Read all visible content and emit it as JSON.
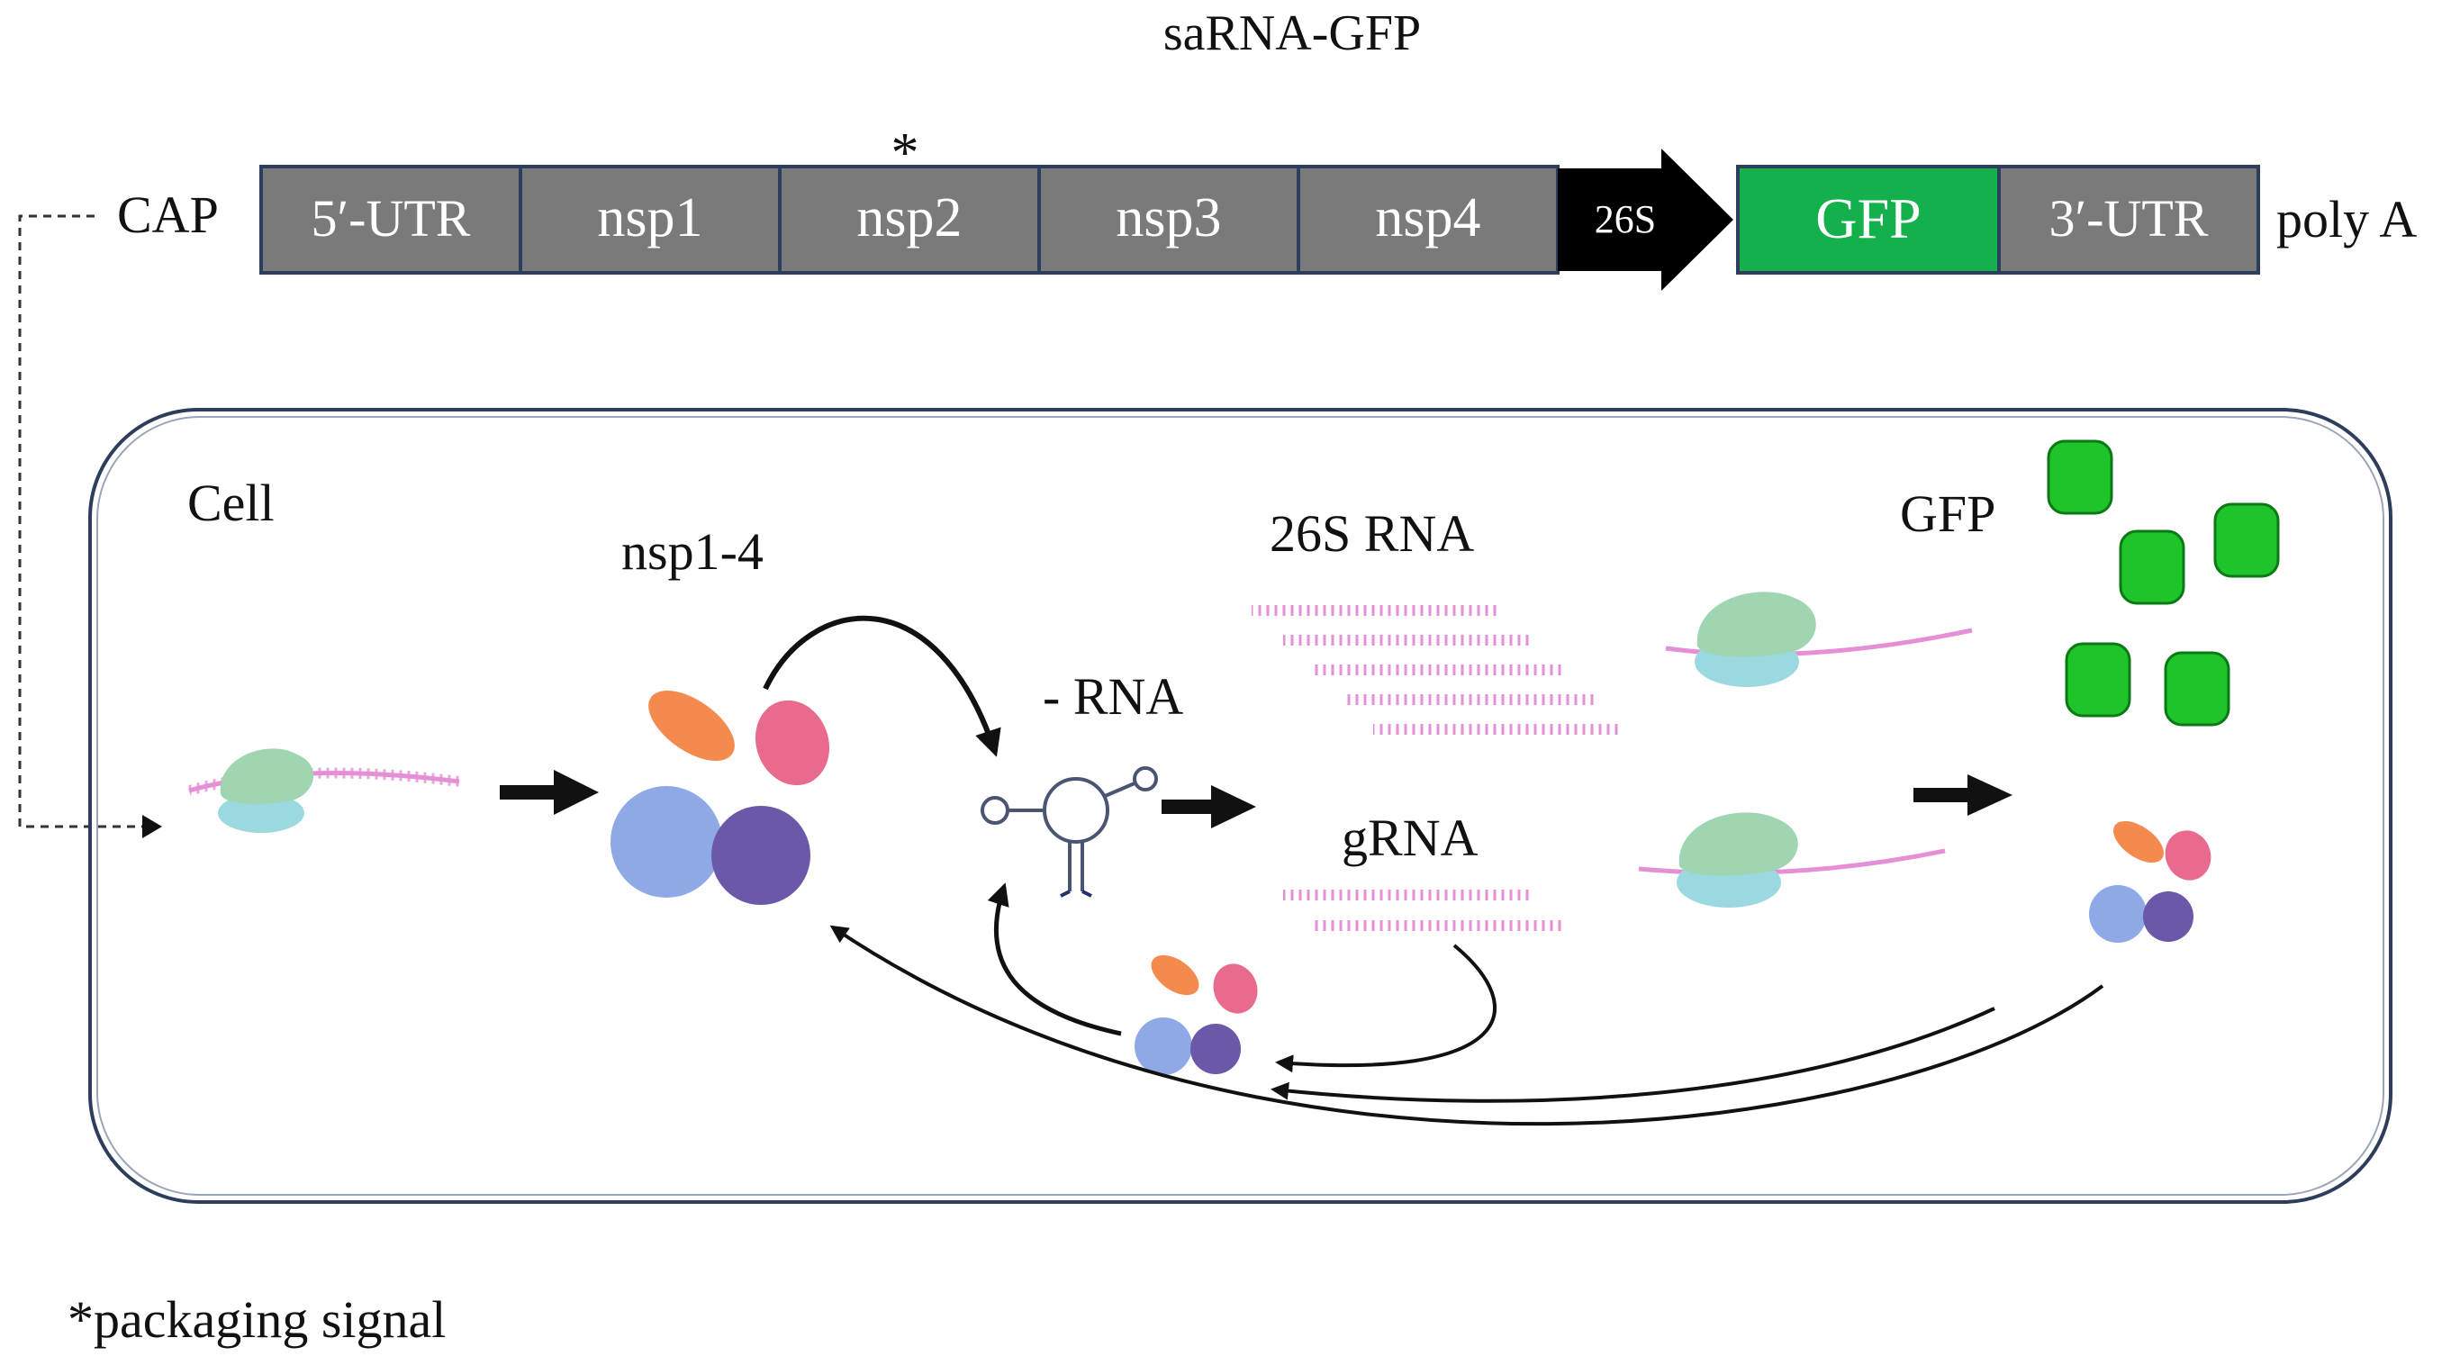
{
  "title": "saRNA-GFP",
  "construct": {
    "cap": "CAP",
    "polyA": "poly A",
    "asterisk": "*",
    "segments": [
      {
        "label": "5′-UTR",
        "color": "#7a7a7a"
      },
      {
        "label": "nsp1",
        "color": "#7a7a7a"
      },
      {
        "label": "nsp2",
        "color": "#7a7a7a"
      },
      {
        "label": "nsp3",
        "color": "#7a7a7a"
      },
      {
        "label": "nsp4",
        "color": "#7a7a7a"
      }
    ],
    "promoter": "26S",
    "reporter": {
      "label": "GFP",
      "color": "#13b04b"
    },
    "utr3": {
      "label": "3′-UTR",
      "color": "#7a7a7a"
    }
  },
  "cell": {
    "label": "Cell",
    "nsp_label": "nsp1-4",
    "minus_rna_label": "- RNA",
    "subgenomic_label": "26S RNA",
    "grna_label": "gRNA",
    "gfp_label": "GFP"
  },
  "footnote": "*packaging signal",
  "colors": {
    "border": "#2c3e5c",
    "rna": "#e58fd6",
    "ribosome_large": "#9fd5b0",
    "ribosome_small": "#9cd8e0",
    "protein_orange": "#f58a4e",
    "protein_pink": "#e86b8e",
    "protein_blue": "#8ea9e6",
    "protein_purple": "#6b58a8",
    "gfp_protein": "#1fc42a"
  }
}
